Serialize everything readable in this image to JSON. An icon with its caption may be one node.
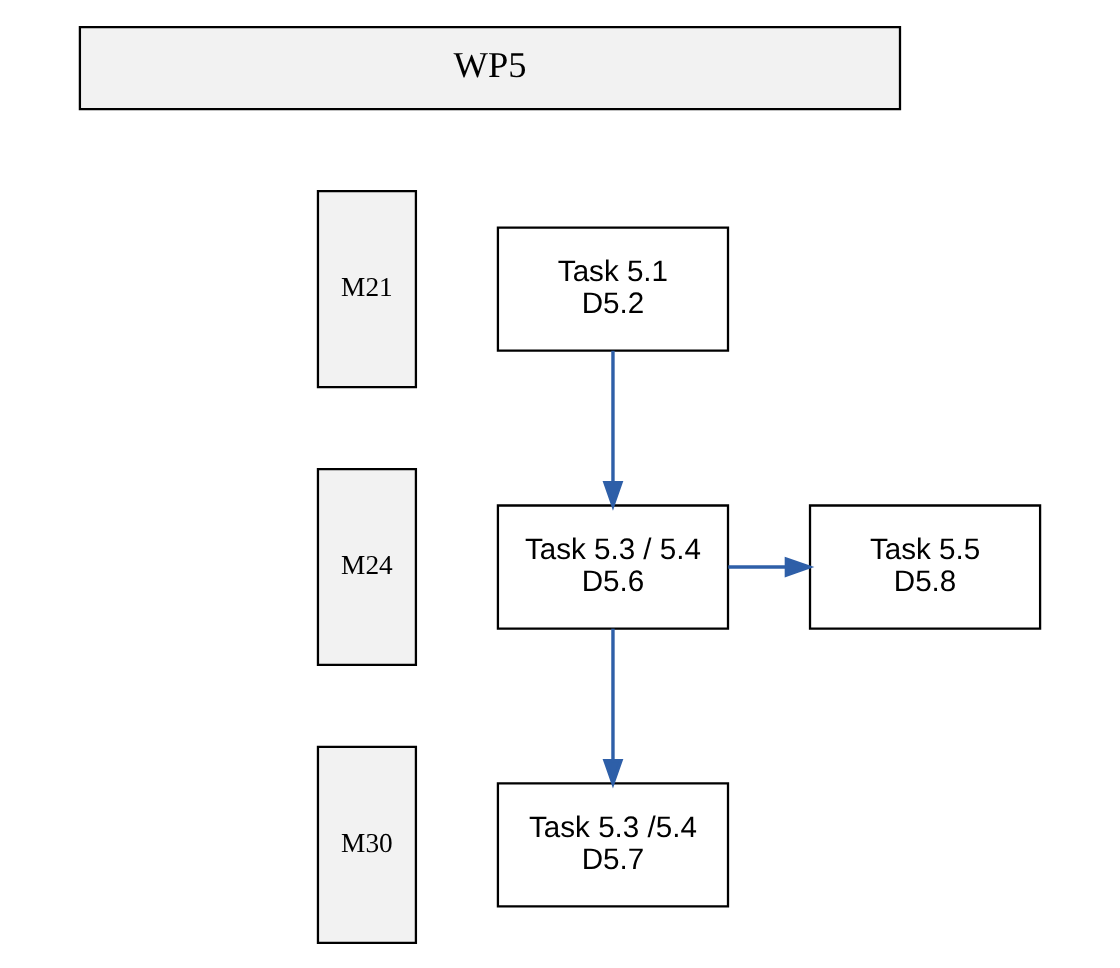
{
  "diagram": {
    "nodes": [
      {
        "text": [
          "WP5"
        ]
      },
      {
        "text": [
          "M21"
        ]
      },
      {
        "text": [
          "M24"
        ]
      },
      {
        "text": [
          "M30"
        ]
      },
      {
        "text": [
          "Task 5.1",
          "D5.2"
        ]
      },
      {
        "text": [
          "Task 5.3 / 5.4",
          "D5.6"
        ]
      },
      {
        "text": [
          "Task 5.5",
          "D5.8"
        ]
      },
      {
        "text": [
          "Task 5.3 /5.4",
          "D5.7"
        ]
      }
    ],
    "edges": [
      {
        "from": 4,
        "to": 5,
        "arrow": "to"
      },
      {
        "from": 5,
        "to": 6,
        "arrow": "to"
      },
      {
        "from": 5,
        "to": 7,
        "arrow": "to"
      }
    ]
  }
}
